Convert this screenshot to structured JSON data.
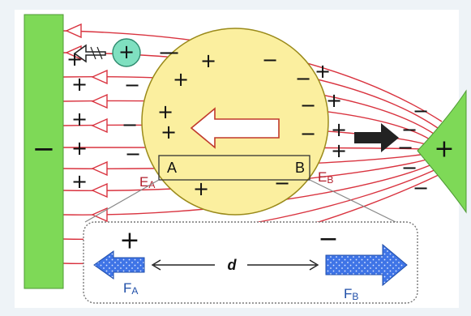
{
  "plates": {
    "left_sign": "−",
    "right_sign": "+"
  },
  "sphere": {
    "label_a": "A",
    "label_b": "B"
  },
  "field_labels": {
    "ea_main": "E",
    "ea_sub": "A",
    "eb_main": "E",
    "eb_sub": "B"
  },
  "small_charge": {
    "sign": "+"
  },
  "inset": {
    "top_left_sign": "+",
    "top_right_sign": "−",
    "distance_label": "d",
    "fa_main": "F",
    "fa_sub": "A",
    "fb_main": "F",
    "fb_sub": "B"
  },
  "colors": {
    "plate": "#7ed957",
    "sphere_fill": "#fbef9f",
    "field_line": "#d9333f",
    "small_charge_fill": "#7fe0c0",
    "force_arrow": "#3a6fe0"
  }
}
